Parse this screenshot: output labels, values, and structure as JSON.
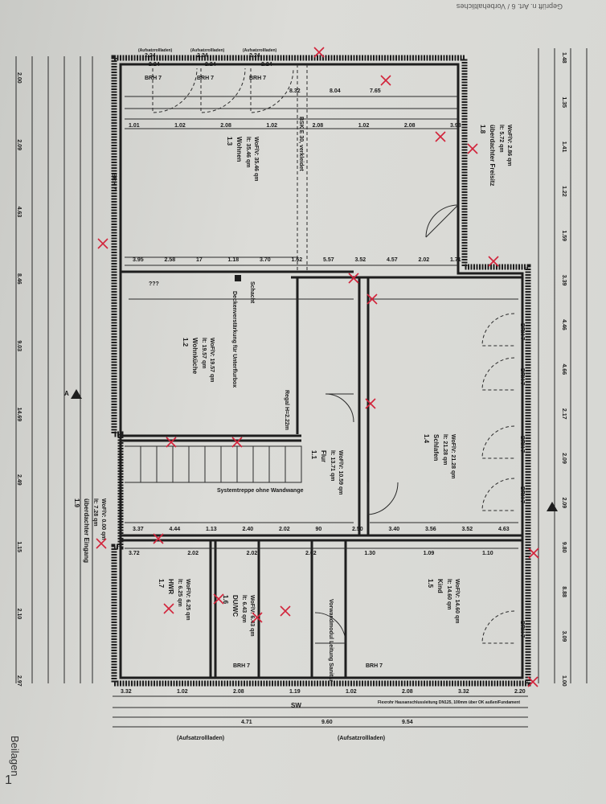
{
  "sheet": {
    "corner_label": "Beilagen",
    "page_number": "1",
    "stamp_text": "Geprüft n. Art. 6 / Vorbehaltliches"
  },
  "rooms": [
    {
      "number": "1.3",
      "name": "Wohnen",
      "area_brutto": "lt: 35.46 qm",
      "area_wfl": "WoFlV: 35.46 qm"
    },
    {
      "number": "1.2",
      "name": "Wohnküche",
      "area_brutto": "lt: 19.57 qm",
      "area_wfl": "WoFlV: 19.57 qm"
    },
    {
      "number": "1.1",
      "name": "Flur",
      "area_brutto": "lt: 13.71 qm",
      "area_wfl": "WoFlV: 10.59 qm"
    },
    {
      "number": "1.4",
      "name": "Schlafen",
      "area_brutto": "lt: 21.28 qm",
      "area_wfl": "WoFlV: 21.28 qm"
    },
    {
      "number": "1.5",
      "name": "Kind",
      "area_brutto": "lt: 14.60 qm",
      "area_wfl": "WoFlV: 14.60 qm"
    },
    {
      "number": "1.6",
      "name": "DU/WC",
      "area_brutto": "lt: 6.43 qm",
      "area_wfl": "WoFlV: 6.43 qm"
    },
    {
      "number": "1.7",
      "name": "HWR",
      "area_brutto": "lt: 6.25 qm",
      "area_wfl": "WoFlV: 6.25 qm"
    },
    {
      "number": "1.9",
      "name": "überdachter Eingang",
      "area_brutto": "lt: 7.28 qm",
      "area_wfl": "WoFlV: 0.00 qm"
    },
    {
      "number": "1.8",
      "name": "überdachter Freisitz",
      "area_brutto": "lt: 5.72 qm",
      "area_wfl": "WoFlV: 2.86 qm"
    }
  ],
  "annotations": {
    "stairs": "Systemtreppe ohne Wandwange",
    "ceiling": "Deckenverstärkung für Unterflurbox",
    "shelf": "Regal H=2.22m",
    "chimney_note": "BSK E 30, verkleidet",
    "wall_note": "Vorwandmodul Leitung Sanitär",
    "entrance_marker": "A",
    "sw_label": "SW",
    "shaft_note": "Schacht",
    "unknown": "???",
    "drain_note": "Flexrohr Hausanschlussleitung DN125, 100mm über OK außen/Fundament",
    "window_label": "BRH 7",
    "shutter_label": "(Aufsatzrollladen)",
    "shutter_width": "2.24"
  },
  "dimensions": {
    "top": [
      "2.24",
      "2.24",
      "2.24",
      "8.32",
      "8.04",
      "7.65",
      "1.01",
      "1.02",
      "2.08",
      "1.02",
      "2.08",
      "1.02",
      "2.08",
      "3.98"
    ],
    "middle": [
      "3.95",
      "2.58",
      "17",
      "1.18",
      "3.70",
      "1.62",
      "5.57",
      "3.52",
      "4.57",
      "2.02",
      "1.71",
      "3.37",
      "4.44",
      "1.13",
      "2.40",
      "2.02",
      "90",
      "2.50",
      "3.40",
      "3.56",
      "3.52",
      "4.63"
    ],
    "bottom": [
      "3.72",
      "2.02",
      "2.02",
      "2.02",
      "1.30",
      "1.09",
      "1.10",
      "3.32",
      "1.02",
      "2.08",
      "1.19",
      "1.02",
      "2.08",
      "3.32",
      "2.20",
      "4.71",
      "9.60",
      "9.54"
    ],
    "left": [
      "2.00",
      "2.09",
      "4.63",
      "8.46",
      "9.03",
      "14.69",
      "2.49",
      "1.15",
      "2.10",
      "2.97"
    ],
    "right": [
      "1.48",
      "1.35",
      "1.41",
      "1.22",
      "1.59",
      "3.39",
      "4.46",
      "4.66",
      "2.17",
      "2.09",
      "2.09",
      "9.80",
      "8.88",
      "3.09",
      "1.00"
    ]
  },
  "colors": {
    "ink": "#1e1e1e",
    "red_mark": "#d2233a",
    "paper": "#d6d7d3"
  }
}
